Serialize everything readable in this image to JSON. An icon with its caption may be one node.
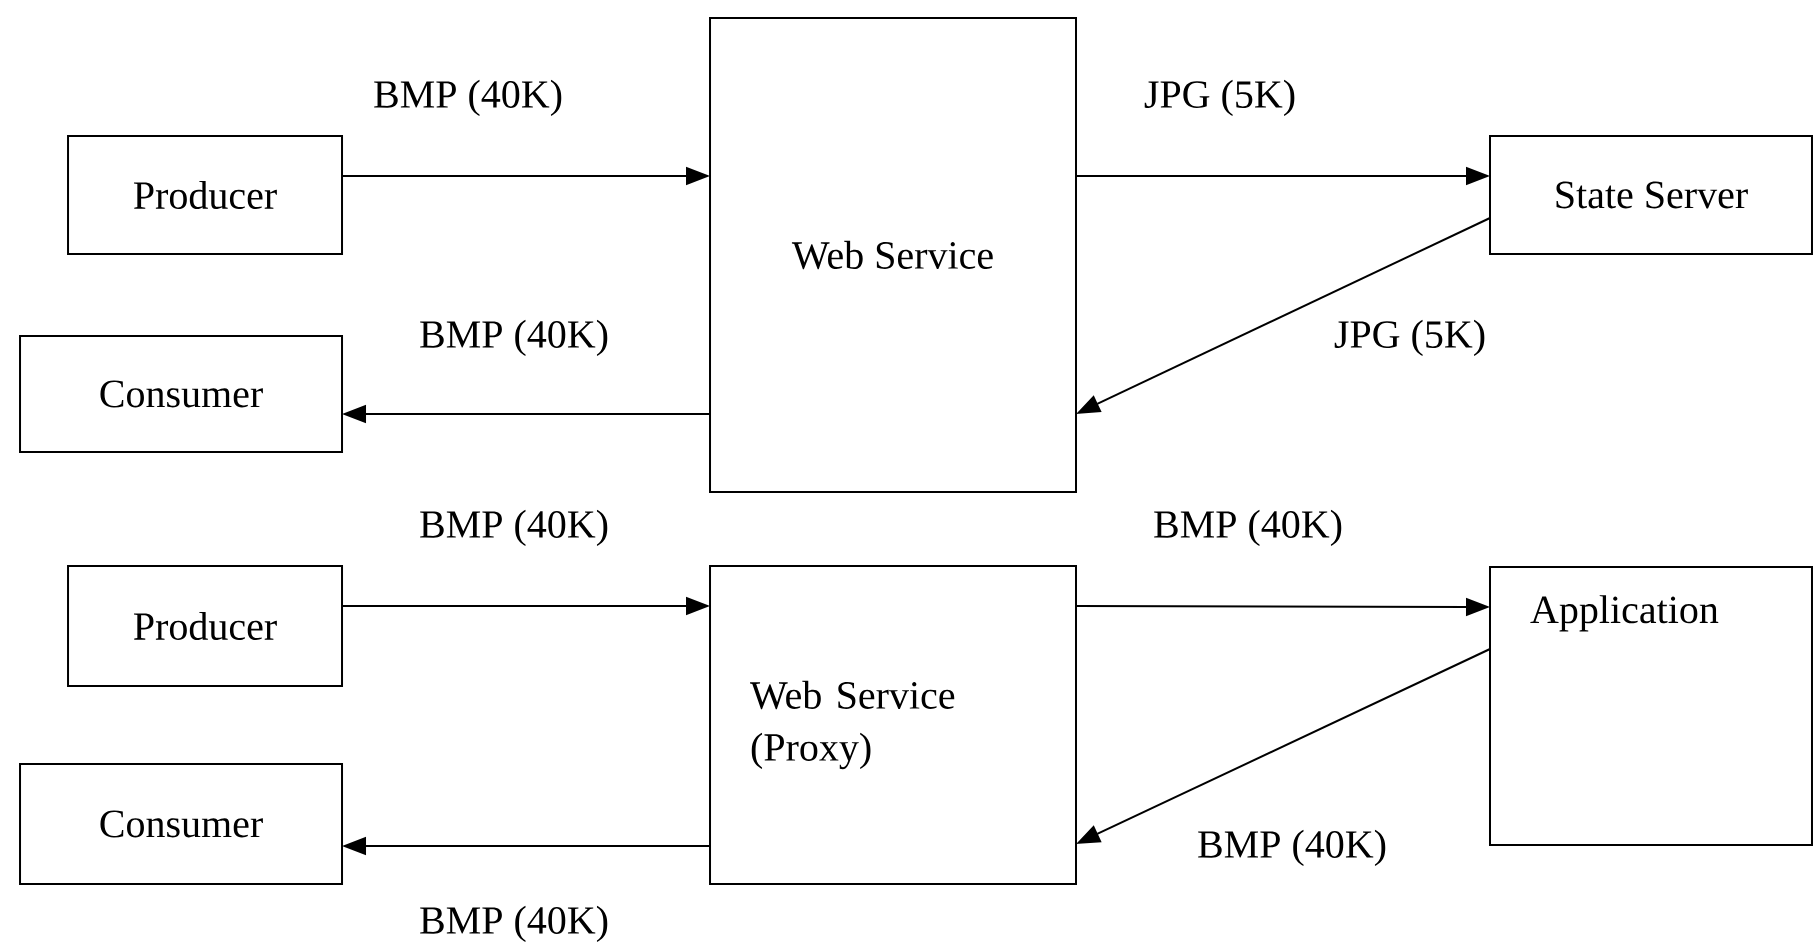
{
  "diagram": {
    "nodes": [
      {
        "text": [
          "Producer"
        ]
      },
      {
        "text": [
          "Web Service"
        ]
      },
      {
        "text": [
          "State Server"
        ]
      },
      {
        "text": [
          "Consumer"
        ]
      },
      {
        "text": [
          "Producer"
        ]
      },
      {
        "text": [
          "Web Service (Proxy)"
        ]
      },
      {
        "text": [
          "Application"
        ]
      },
      {
        "text": [
          "Consumer"
        ]
      }
    ],
    "edges": [
      {
        "from": 0,
        "to": 1,
        "arrow": "to",
        "label": "BMP (40K)"
      },
      {
        "from": 1,
        "to": 2,
        "arrow": "to",
        "label": "JPG (5K)"
      },
      {
        "from": 2,
        "to": 1,
        "arrow": "to",
        "label": "JPG (5K)"
      },
      {
        "from": 1,
        "to": 3,
        "arrow": "to",
        "label": "BMP (40K)"
      },
      {
        "from": 4,
        "to": 5,
        "arrow": "to",
        "label": "BMP (40K)"
      },
      {
        "from": 5,
        "to": 6,
        "arrow": "to",
        "label": "BMP (40K)"
      },
      {
        "from": 6,
        "to": 5,
        "arrow": "to",
        "label": "BMP (40K)"
      },
      {
        "from": 5,
        "to": 7,
        "arrow": "to",
        "label": "BMP (40K)"
      }
    ]
  }
}
